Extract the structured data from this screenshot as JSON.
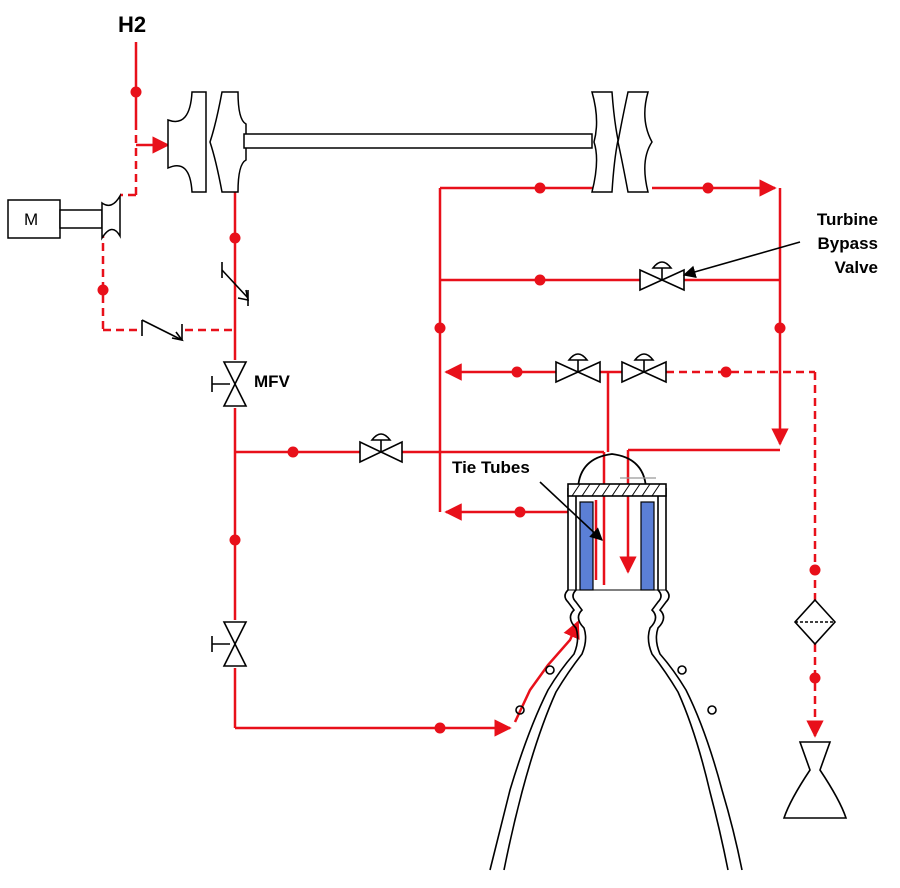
{
  "labels": {
    "hydrogen_inlet": "H2",
    "motor": "M",
    "main_fuel_valve": "MFV",
    "tie_tubes": "Tie Tubes",
    "turbine_bypass_valve": [
      "Turbine",
      "Bypass",
      "Valve"
    ]
  },
  "colors": {
    "flow_line": "#e8101a",
    "component_outline": "#000000",
    "tie_tube_fill": "#5b7fd6"
  },
  "line_styles": {
    "solid": "primary hydrogen flow path",
    "dashed": "secondary / bleed flow path"
  }
}
